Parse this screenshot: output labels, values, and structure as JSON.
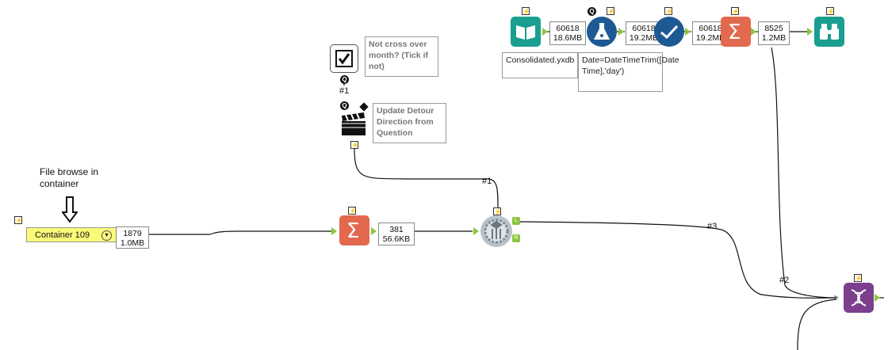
{
  "note": {
    "line1": "File browse in",
    "line2": "container"
  },
  "container": {
    "label": "Container 109",
    "count": "1879",
    "size": "1.0MB"
  },
  "summarize_bottom": {
    "count": "381",
    "size": "56.6KB"
  },
  "connection_labels": {
    "c1": "#1",
    "c1b": "#1",
    "c2": "#2",
    "c3": "#3"
  },
  "checkbox_annotation": {
    "text": "Not cross over month?  (Tick if not)"
  },
  "action_annotation": {
    "text": "Update Detour Direction from Question"
  },
  "top_flow": {
    "input_count": "60618",
    "input_size": "18.6MB",
    "formula_count": "60618",
    "formula_size": "19.2MB",
    "select_count": "60618",
    "select_size": "19.2MB",
    "summarize_count": "8525",
    "summarize_size": "1.2MB",
    "input_annotation": "Consolidated.yxdb",
    "formula_annotation": "Date=DateTimeTrim([Date Time],'day')"
  },
  "badges": {
    "question": "Q",
    "lightning": "⚡",
    "output_l": "L",
    "output_r": "R"
  },
  "colors": {
    "teal": "#1a9e8f",
    "orange": "#e2694e",
    "navy": "#1d5a94",
    "purple": "#7b3f8e",
    "anchor": "#8cc63f",
    "container": "#fafa7a"
  }
}
